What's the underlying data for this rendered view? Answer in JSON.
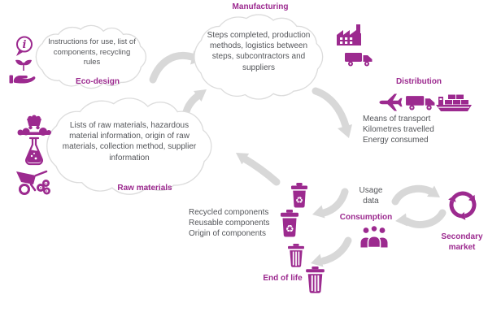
{
  "colors": {
    "accent": "#9c2a8f",
    "text_gray": "#54565a",
    "arrow_gray": "#d8d8d8",
    "cloud_border": "#dcdcdc",
    "background": "#ffffff"
  },
  "labels": {
    "manufacturing": "Manufacturing",
    "eco_design": "Eco-design",
    "distribution": "Distribution",
    "raw_materials": "Raw materials",
    "consumption": "Consumption",
    "secondary_market": "Secondary market",
    "end_of_life": "End of life"
  },
  "clouds": {
    "eco_design": "Instructions for use, list of components, recycling rules",
    "manufacturing": "Steps completed, production methods, logistics between steps, subcontractors and suppliers",
    "raw_materials": "Lists of raw materials, hazardous material information, origin of raw materials, collection method, supplier information"
  },
  "notes": {
    "distribution": [
      "Means of transport",
      "Kilometres travelled",
      "Energy consumed"
    ],
    "usage": [
      "Usage",
      "data"
    ],
    "recycling": [
      "Recycled components",
      "Reusable components",
      "Origin of components"
    ]
  },
  "glyphs": {
    "info": "i",
    "recycle": "♻"
  },
  "icons": [
    "info-bubble-icon",
    "hand-plant-icon",
    "mine-cart-icon",
    "flask-icon",
    "wheelbarrow-icon",
    "factory-icon",
    "truck-icon",
    "plane-icon",
    "cargo-ship-icon",
    "recycle-bin-icon",
    "trash-bin-icon",
    "people-icon",
    "circular-arrows-icon"
  ]
}
